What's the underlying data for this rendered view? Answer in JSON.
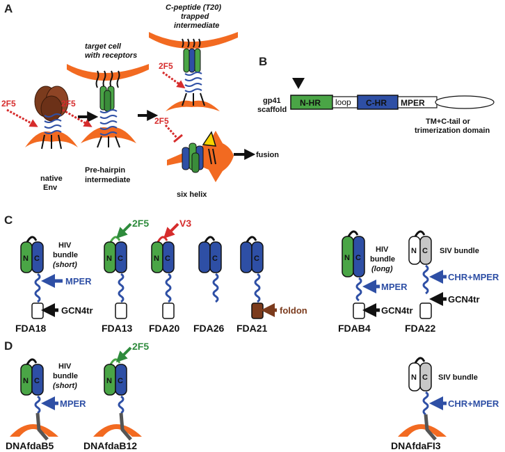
{
  "panels": {
    "A": "A",
    "B": "B",
    "C": "C",
    "D": "D"
  },
  "colors": {
    "orange": "#f26a21",
    "blue": "#2e4fa5",
    "green": "#4aa546",
    "brown": "#7b3b1d",
    "red": "#d62c2c",
    "gray": "#c7c7c7",
    "black": "#111111"
  },
  "panelA": {
    "antibody": "2F5",
    "native_env": [
      "native",
      "Env"
    ],
    "target_cell": [
      "target cell",
      "with receptors"
    ],
    "prehairpin": [
      "Pre-hairpin",
      "intermediate"
    ],
    "cpeptide": [
      "C-peptide (T20)",
      "trapped",
      "intermediate"
    ],
    "six_helix": "six helix",
    "fusion": "fusion"
  },
  "panelB": {
    "scaffold": [
      "gp41",
      "scaffold"
    ],
    "nhr": "N-HR",
    "loop": "loop",
    "chr": "C-HR",
    "mper": "MPER",
    "tail": [
      "TM+C-tail or",
      "trimerization domain"
    ]
  },
  "panelC": {
    "hiv_short": [
      "HIV",
      "bundle",
      "(short)"
    ],
    "hiv_long": [
      "HIV",
      "bundle",
      "(long)"
    ],
    "siv_bundle": "SIV bundle",
    "mper": "MPER",
    "gcn4tr": "GCN4tr",
    "foldon": "foldon",
    "chr_mper": "CHR+MPER",
    "ab_2f5": "2F5",
    "v3": "V3",
    "n": "N",
    "c": "C",
    "constructs": [
      "FDA18",
      "FDA13",
      "FDA20",
      "FDA26",
      "FDA21",
      "FDAB4",
      "FDA22"
    ]
  },
  "panelD": {
    "hiv_short": [
      "HIV",
      "bundle",
      "(short)"
    ],
    "siv_bundle": "SIV bundle",
    "mper": "MPER",
    "chr_mper": "CHR+MPER",
    "ab_2f5": "2F5",
    "n": "N",
    "c": "C",
    "constructs": [
      "DNAfdaB5",
      "DNAfdaB12",
      "DNAfdaFI3"
    ]
  }
}
